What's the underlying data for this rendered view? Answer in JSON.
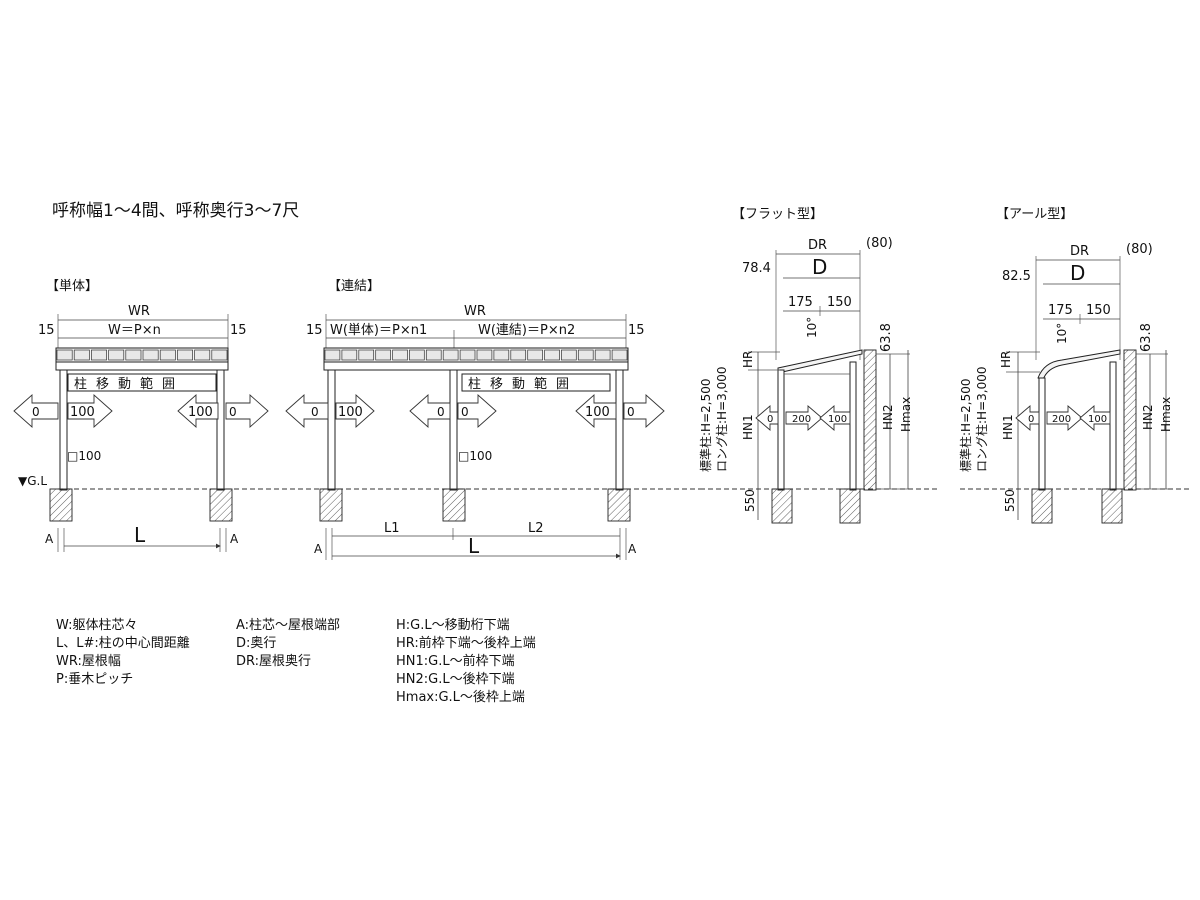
{
  "title": "呼称幅1～4間、呼称奥行3～7尺",
  "single": {
    "header": "【単体】",
    "wr": "WR",
    "w_formula": "W＝P×n",
    "edge_left": "15",
    "edge_right": "15",
    "range": "柱移動範囲",
    "move_left_0": "0",
    "move_left_100": "100",
    "move_right_100": "100",
    "move_right_0": "0",
    "post_size": "□100",
    "gl": "▼G.L",
    "a_left": "A",
    "a_right": "A",
    "l": "L"
  },
  "linked": {
    "header": "【連結】",
    "wr": "WR",
    "w_single": "W(単体)＝P×n1",
    "w_linked": "W(連結)＝P×n2",
    "edge_left": "15",
    "edge_right": "15",
    "range": "柱移動範囲",
    "m1": "0",
    "m2": "100",
    "m3": "0",
    "m4": "0",
    "m5": "100",
    "m6": "0",
    "post_size": "□100",
    "a_left": "A",
    "a_right": "A",
    "l1": "L1",
    "l2": "L2",
    "l": "L"
  },
  "flat": {
    "header": "【フラット型】",
    "dr": "DR",
    "p80": "(80)",
    "front": "78.4",
    "d": "D",
    "d175": "175",
    "d150": "150",
    "angle": "10°",
    "top": "63.8",
    "hr": "HR",
    "std_post": "標準柱:H=2,500",
    "long_post": "ロング柱:H=3,000",
    "hn1": "HN1",
    "hn2": "HN2",
    "hmax": "Hmax",
    "mv0": "0",
    "mv200": "200",
    "mv100": "100",
    "depth550": "550"
  },
  "arch": {
    "header": "【アール型】",
    "dr": "DR",
    "p80": "(80)",
    "front": "82.5",
    "d": "D",
    "d175": "175",
    "d150": "150",
    "angle": "10°",
    "top": "63.8",
    "hr": "HR",
    "std_post": "標準柱:H=2,500",
    "long_post": "ロング柱:H=3,000",
    "hn1": "HN1",
    "hn2": "HN2",
    "hmax": "Hmax",
    "mv0": "0",
    "mv200": "200",
    "mv100": "100",
    "depth550": "550"
  },
  "legend": {
    "col1": [
      "W:躯体柱芯々",
      "L、L#:柱の中心間距離",
      "WR:屋根幅",
      "P:垂木ピッチ"
    ],
    "col2": [
      "A:柱芯～屋根端部",
      "D:奥行",
      "DR:屋根奥行"
    ],
    "col3": [
      "H:G.L～移動桁下端",
      "HR:前枠下端～後枠上端",
      "HN1:G.L～前枠下端",
      "HN2:G.L～後枠下端",
      "Hmax:G.L～後枠上端"
    ]
  },
  "single_roof_panels": 10,
  "linked_roof_panels": 18
}
